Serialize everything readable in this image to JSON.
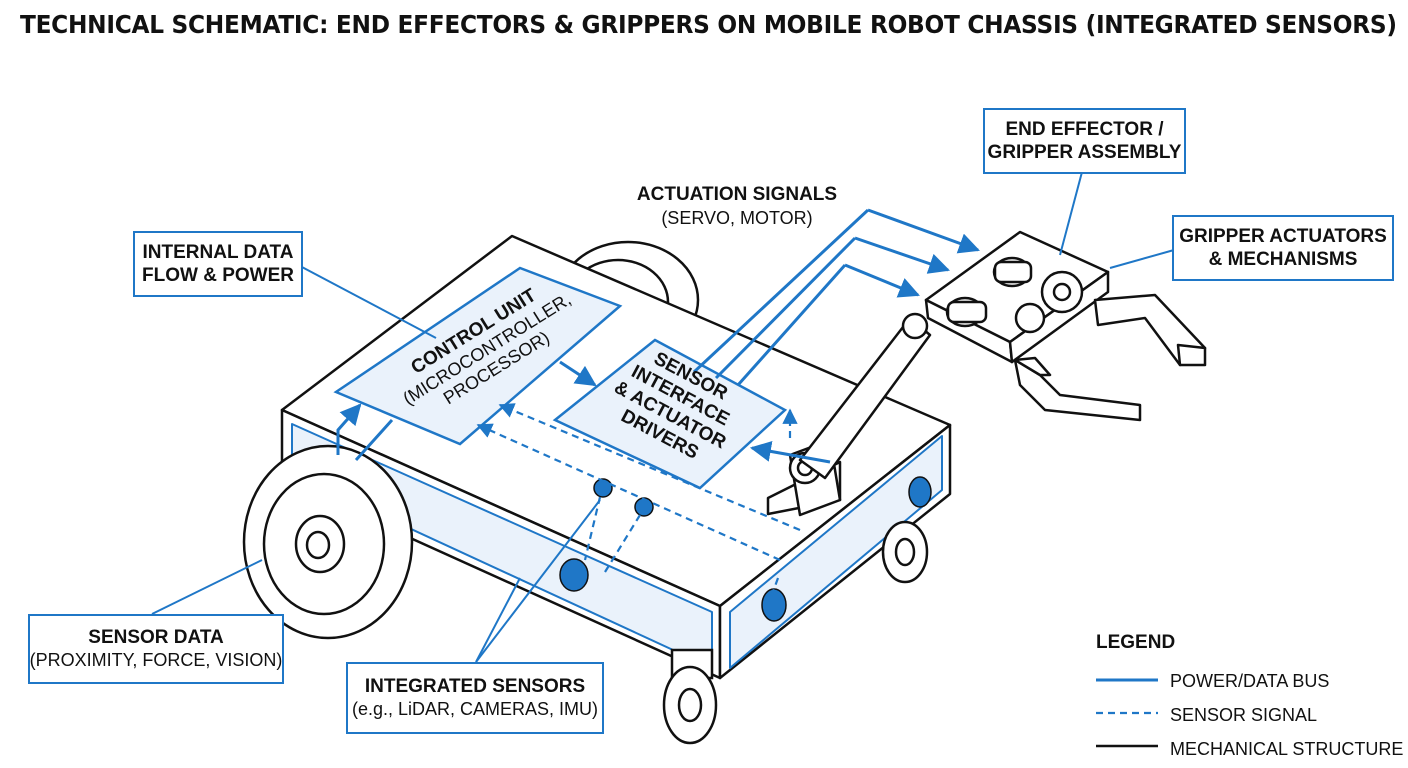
{
  "title": "TECHNICAL SCHEMATIC: END EFFECTORS & GRIPPERS ON MOBILE ROBOT CHASSIS (INTEGRATED SENSORS)",
  "colors": {
    "accent": "#1f77c7",
    "line": "#111111",
    "fill_light": "#eaf2fb"
  },
  "labels": {
    "internal_flow": [
      "INTERNAL DATA",
      "FLOW & POWER"
    ],
    "actuation_title": "ACTUATION SIGNALS",
    "actuation_sub": "(SERVO, MOTOR)",
    "end_effector": [
      "END EFFECTOR /",
      "GRIPPER ASSEMBLY"
    ],
    "gripper_actuators": [
      "GRIPPER ACTUATORS",
      "& MECHANISMS"
    ],
    "control_unit_title": "CONTROL UNIT",
    "control_unit_sub": [
      "(MICROCONTROLLER,",
      "PROCESSOR)"
    ],
    "sensor_interface": [
      "SENSOR",
      "INTERFACE",
      "& ACTUATOR",
      "DRIVERS"
    ],
    "sensor_data_title": "SENSOR DATA",
    "sensor_data_sub": "(PROXIMITY, FORCE, VISION)",
    "integrated_title": "INTEGRATED SENSORS",
    "integrated_sub": "(e.g., LiDAR, CAMERAS, IMU)"
  },
  "legend": {
    "title": "LEGEND",
    "items": [
      {
        "label": "POWER/DATA BUS",
        "style": "solid-blue"
      },
      {
        "label": "SENSOR SIGNAL",
        "style": "dashed-blue"
      },
      {
        "label": "MECHANICAL STRUCTURE",
        "style": "solid-black"
      }
    ]
  }
}
